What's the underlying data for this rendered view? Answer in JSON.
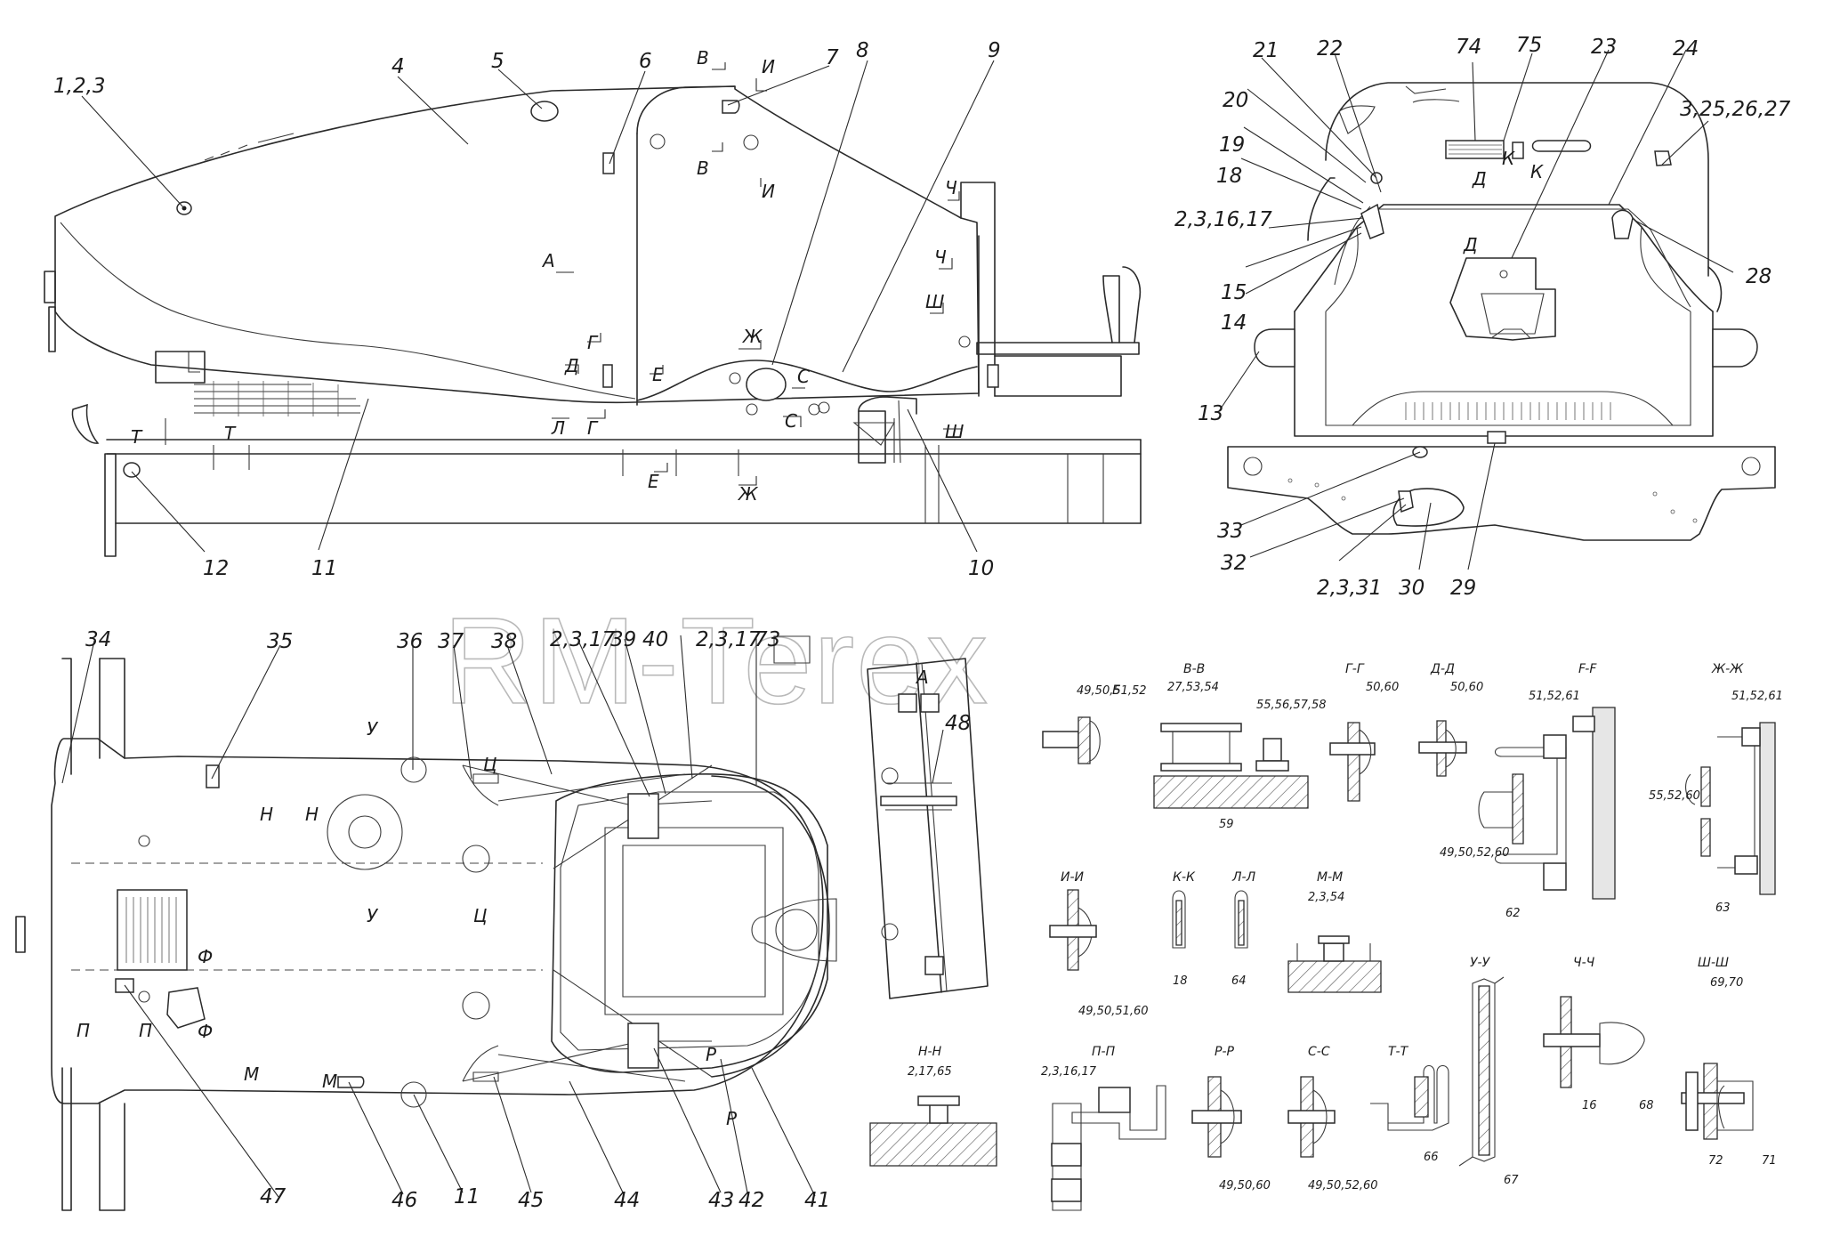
{
  "watermark": "RM-Terex",
  "callouts": [
    {
      "id": "c1",
      "text": "1,2,3"
    },
    {
      "id": "c2",
      "text": "4"
    },
    {
      "id": "c3",
      "text": "5"
    },
    {
      "id": "c4",
      "text": "6"
    },
    {
      "id": "c5",
      "text": "7"
    },
    {
      "id": "c6",
      "text": "8"
    },
    {
      "id": "c7",
      "text": "9"
    },
    {
      "id": "c8",
      "text": "10"
    },
    {
      "id": "c9",
      "text": "11"
    },
    {
      "id": "c10",
      "text": "12"
    },
    {
      "id": "c11",
      "text": "21"
    },
    {
      "id": "c12",
      "text": "22"
    },
    {
      "id": "c13",
      "text": "74"
    },
    {
      "id": "c14",
      "text": "75"
    },
    {
      "id": "c15",
      "text": "23"
    },
    {
      "id": "c16",
      "text": "24"
    },
    {
      "id": "c17",
      "text": "3,25,26,27"
    },
    {
      "id": "c18",
      "text": "20"
    },
    {
      "id": "c19",
      "text": "19"
    },
    {
      "id": "c20",
      "text": "18"
    },
    {
      "id": "c21",
      "text": "2,3,16,17"
    },
    {
      "id": "c22",
      "text": "15"
    },
    {
      "id": "c23",
      "text": "14"
    },
    {
      "id": "c24",
      "text": "13"
    },
    {
      "id": "c25",
      "text": "28"
    },
    {
      "id": "c26",
      "text": "33"
    },
    {
      "id": "c27",
      "text": "32"
    },
    {
      "id": "c28",
      "text": "2,3,31"
    },
    {
      "id": "c29",
      "text": "30"
    },
    {
      "id": "c30",
      "text": "29"
    },
    {
      "id": "c31",
      "text": "34"
    },
    {
      "id": "c32",
      "text": "35"
    },
    {
      "id": "c33",
      "text": "36"
    },
    {
      "id": "c34",
      "text": "37"
    },
    {
      "id": "c35",
      "text": "38"
    },
    {
      "id": "c36",
      "text": "2,3,17"
    },
    {
      "id": "c37",
      "text": "39"
    },
    {
      "id": "c38",
      "text": "40"
    },
    {
      "id": "c39",
      "text": "2,3,17"
    },
    {
      "id": "c40",
      "text": "73"
    },
    {
      "id": "c41",
      "text": "47"
    },
    {
      "id": "c42",
      "text": "46"
    },
    {
      "id": "c43",
      "text": "11"
    },
    {
      "id": "c44",
      "text": "45"
    },
    {
      "id": "c45",
      "text": "44"
    },
    {
      "id": "c46",
      "text": "43"
    },
    {
      "id": "c47",
      "text": "42"
    },
    {
      "id": "c48",
      "text": "41"
    },
    {
      "id": "c49",
      "text": "48"
    }
  ],
  "section_marks": [
    {
      "id": "m1",
      "text": "В"
    },
    {
      "id": "m2",
      "text": "И"
    },
    {
      "id": "m3",
      "text": "В"
    },
    {
      "id": "m4",
      "text": "И"
    },
    {
      "id": "m5",
      "text": "Ч"
    },
    {
      "id": "m6",
      "text": "Ч"
    },
    {
      "id": "m7",
      "text": "Ш"
    },
    {
      "id": "m8",
      "text": "Ш"
    },
    {
      "id": "m9",
      "text": "А"
    },
    {
      "id": "m10",
      "text": "Г"
    },
    {
      "id": "m11",
      "text": "Д"
    },
    {
      "id": "m12",
      "text": "Л"
    },
    {
      "id": "m13",
      "text": "Г"
    },
    {
      "id": "m14",
      "text": "Е"
    },
    {
      "id": "m15",
      "text": "Е"
    },
    {
      "id": "m16",
      "text": "Ж"
    },
    {
      "id": "m17",
      "text": "Ж"
    },
    {
      "id": "m18",
      "text": "С"
    },
    {
      "id": "m19",
      "text": "С"
    },
    {
      "id": "m20",
      "text": "Т"
    },
    {
      "id": "m21",
      "text": "Т"
    },
    {
      "id": "m22",
      "text": "Д"
    },
    {
      "id": "m23",
      "text": "К"
    },
    {
      "id": "m24",
      "text": "К"
    },
    {
      "id": "m25",
      "text": "Д"
    },
    {
      "id": "m26",
      "text": "У"
    },
    {
      "id": "m27",
      "text": "У"
    },
    {
      "id": "m28",
      "text": "Ц"
    },
    {
      "id": "m29",
      "text": "Ц"
    },
    {
      "id": "m30",
      "text": "Н"
    },
    {
      "id": "m31",
      "text": "Н"
    },
    {
      "id": "m32",
      "text": "Ф"
    },
    {
      "id": "m33",
      "text": "Ф"
    },
    {
      "id": "m34",
      "text": "П"
    },
    {
      "id": "m35",
      "text": "П"
    },
    {
      "id": "m36",
      "text": "М"
    },
    {
      "id": "m37",
      "text": "М"
    },
    {
      "id": "m38",
      "text": "Р"
    },
    {
      "id": "m39",
      "text": "Р"
    },
    {
      "id": "m40",
      "text": "А"
    }
  ],
  "sections": [
    {
      "id": "s1",
      "title": "Б",
      "labels": [
        "49,50,51,52"
      ]
    },
    {
      "id": "s2",
      "title": "В-В",
      "labels": [
        "27,53,54",
        "55,56,57,58",
        "59"
      ]
    },
    {
      "id": "s3",
      "title": "Г-Г",
      "labels": [
        "50,60"
      ]
    },
    {
      "id": "s4",
      "title": "Д-Д",
      "labels": [
        "50,60"
      ]
    },
    {
      "id": "s5",
      "title": "F-F",
      "labels": [
        "51,52,61",
        "49,50,52,60",
        "62"
      ]
    },
    {
      "id": "s6",
      "title": "Ж-Ж",
      "labels": [
        "51,52,61",
        "55,52,60",
        "63"
      ]
    },
    {
      "id": "s7",
      "title": "И-И",
      "labels": [
        "49,50,51,60"
      ]
    },
    {
      "id": "s8",
      "title": "К-К",
      "labels": [
        "18"
      ]
    },
    {
      "id": "s9",
      "title": "Л-Л",
      "labels": [
        "64"
      ]
    },
    {
      "id": "s10",
      "title": "М-М",
      "labels": [
        "2,3,54"
      ]
    },
    {
      "id": "s11",
      "title": "У-У",
      "labels": [
        "67"
      ]
    },
    {
      "id": "s12",
      "title": "Ч-Ч",
      "labels": [
        "16",
        "68"
      ]
    },
    {
      "id": "s13",
      "title": "Ш-Ш",
      "labels": [
        "69,70",
        "72",
        "71"
      ]
    },
    {
      "id": "s14",
      "title": "Н-Н",
      "labels": [
        "2,17,65"
      ]
    },
    {
      "id": "s15",
      "title": "П-П",
      "labels": [
        "2,3,16,17"
      ]
    },
    {
      "id": "s16",
      "title": "Р-Р",
      "labels": [
        "49,50,60"
      ]
    },
    {
      "id": "s17",
      "title": "С-С",
      "labels": [
        "49,50,52,60"
      ]
    },
    {
      "id": "s18",
      "title": "Т-Т",
      "labels": [
        "66"
      ]
    }
  ]
}
